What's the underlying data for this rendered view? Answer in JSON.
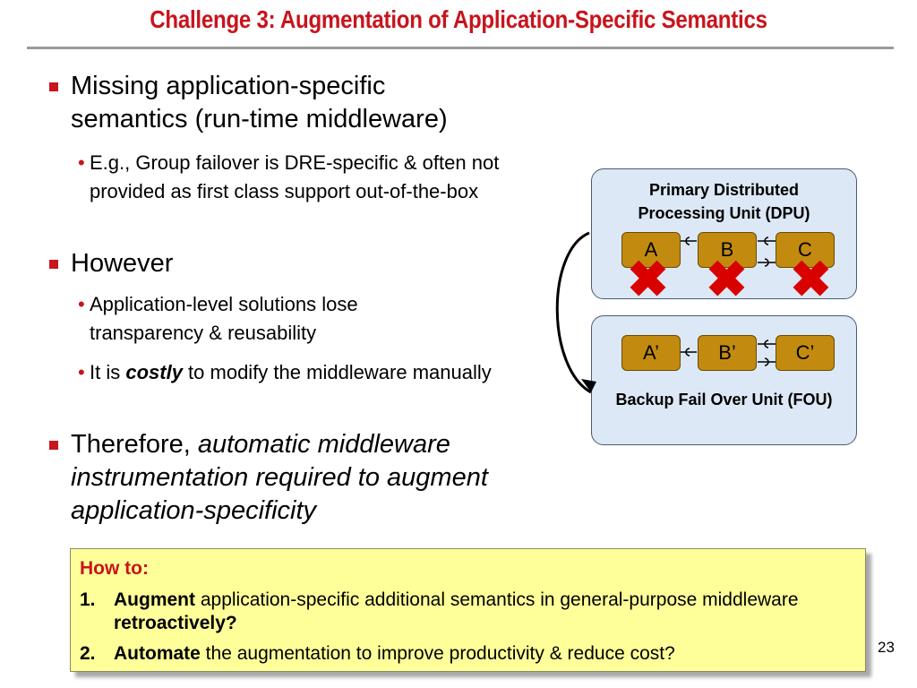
{
  "slide": {
    "title": "Challenge 3: Augmentation of Application-Specific Semantics",
    "page_number": "23"
  },
  "bullets": [
    {
      "text": "Missing application-specific semantics (run-time middleware)",
      "subs": [
        "E.g., Group failover is DRE-specific & often not provided as first class support out-of-the-box"
      ]
    },
    {
      "text": "However",
      "subs": [
        "Application-level solutions lose transparency & reusability"
      ]
    }
  ],
  "bullet2_sub2": {
    "pre": "It is ",
    "emph": "costly",
    "post": " to modify the middleware manually"
  },
  "bullet3": {
    "pre": "Therefore, ",
    "emph": "automatic middleware instrumentation required to augment application-specificity"
  },
  "diagram": {
    "primary_label": "Primary Distributed Processing Unit (DPU)",
    "backup_label": "Backup Fail Over Unit (FOU)",
    "primary_components": [
      "A",
      "B",
      "C"
    ],
    "backup_components": [
      "A’",
      "B’",
      "C’"
    ],
    "failed_mark": "✖"
  },
  "howto": {
    "title": "How to:",
    "item1": {
      "num": "1.",
      "lead": "Augment",
      "mid": " application-specific additional semantics in general-purpose middleware ",
      "tail": "retroactively?"
    },
    "item2": {
      "num": "2.",
      "lead": "Automate",
      "rest": " the augmentation to improve productivity & reduce cost?"
    }
  }
}
